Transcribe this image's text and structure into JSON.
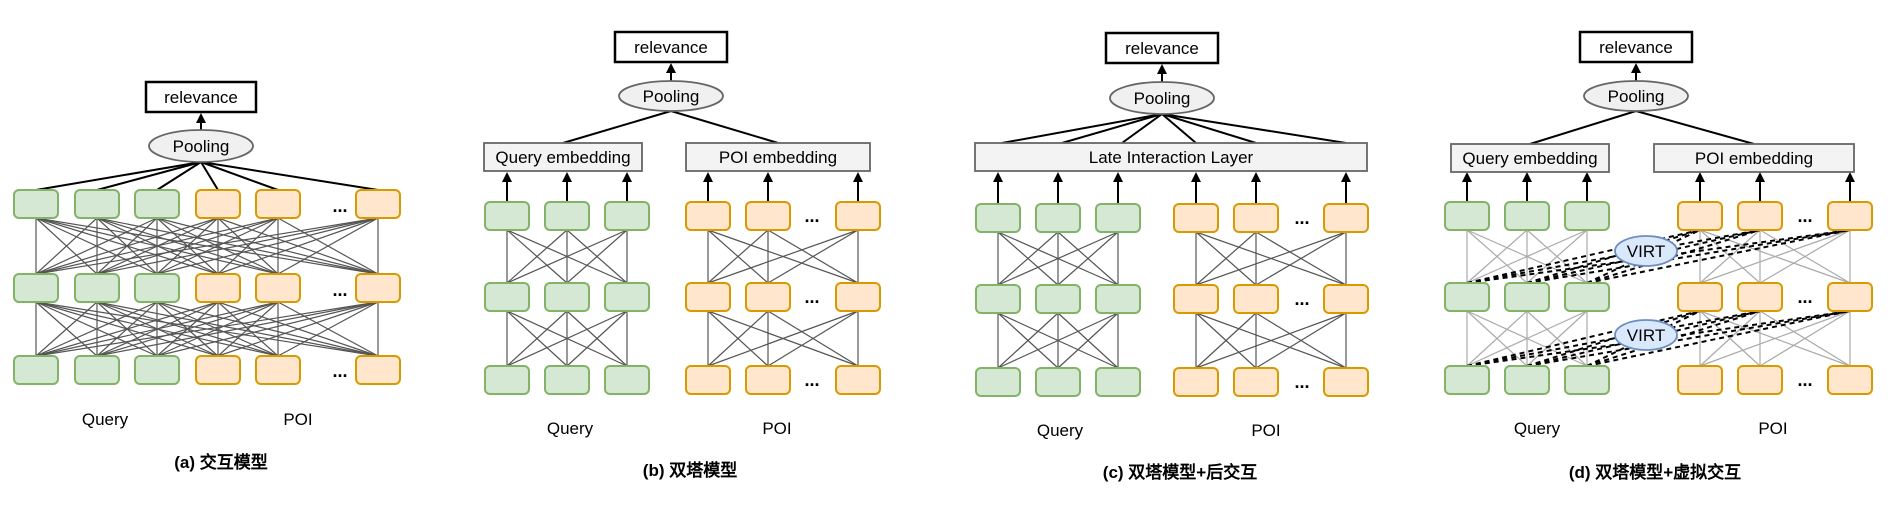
{
  "panels": [
    {
      "id": "a",
      "caption": "(a) 交互模型",
      "relevance": "relevance",
      "pooling": "Pooling",
      "query_label": "Query",
      "poi_label": "POI",
      "ellipsis": "..."
    },
    {
      "id": "b",
      "caption": "(b) 双塔模型",
      "relevance": "relevance",
      "pooling": "Pooling",
      "query_embedding": "Query embedding",
      "poi_embedding": "POI embedding",
      "query_label": "Query",
      "poi_label": "POI",
      "ellipsis": "..."
    },
    {
      "id": "c",
      "caption": "(c) 双塔模型+后交互",
      "relevance": "relevance",
      "pooling": "Pooling",
      "late_interaction": "Late Interaction Layer",
      "query_label": "Query",
      "poi_label": "POI",
      "ellipsis": "..."
    },
    {
      "id": "d",
      "caption": "(d) 双塔模型+虚拟交互",
      "relevance": "relevance",
      "pooling": "Pooling",
      "query_embedding": "Query embedding",
      "poi_embedding": "POI embedding",
      "virt": "VIRT",
      "query_label": "Query",
      "poi_label": "POI",
      "ellipsis": "..."
    }
  ],
  "colors": {
    "query_fill": "#d5e8d4",
    "query_stroke": "#82b366",
    "poi_fill": "#ffe6cc",
    "poi_stroke": "#d79b00",
    "virt_fill": "#dae8fc"
  }
}
